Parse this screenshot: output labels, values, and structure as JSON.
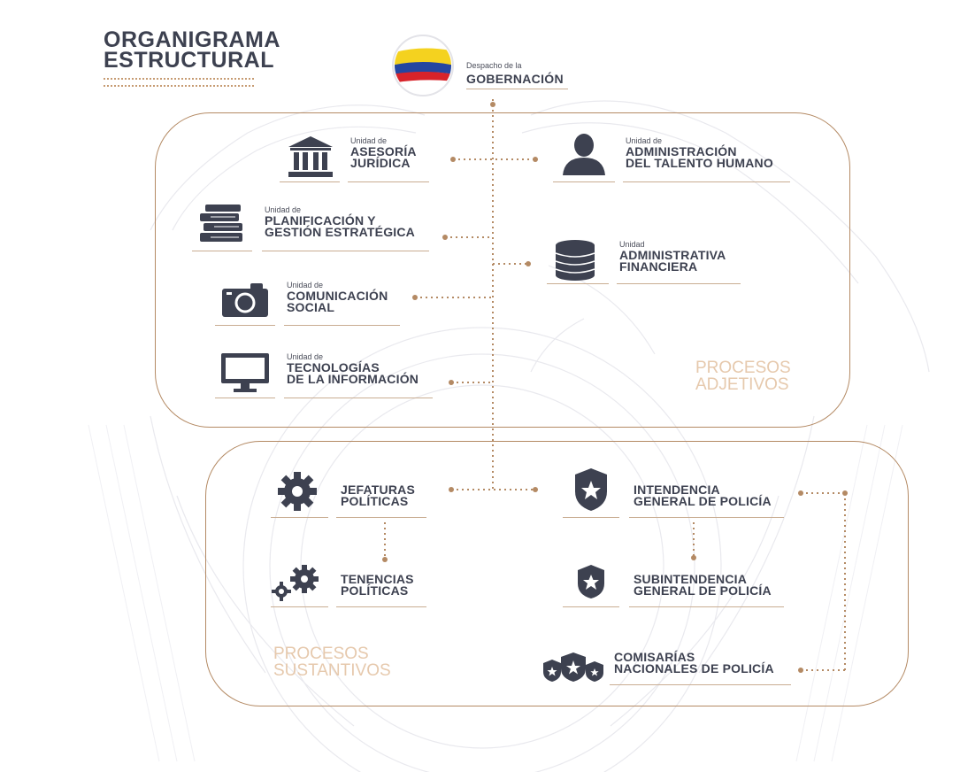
{
  "title": {
    "line1": "ORGANIGRAMA",
    "line2": "ESTRUCTURAL"
  },
  "header": {
    "top": "Despacho de la",
    "main": "GOBERNACIÓN"
  },
  "colors": {
    "dark": "#3d4150",
    "accent": "#b48a64",
    "muted_label": "#e6c9ad"
  },
  "adjetivos": {
    "label_line1": "PROCESOS",
    "label_line2": "ADJETIVOS",
    "units": [
      {
        "id": "asesoria",
        "small": "Unidad de",
        "line1": "ASESORÍA",
        "line2": "JURÍDICA",
        "icon": "courthouse-icon"
      },
      {
        "id": "talento",
        "small": "Unidad de",
        "line1": "ADMINISTRACIÓN",
        "line2": "DEL TALENTO HUMANO",
        "icon": "person-icon"
      },
      {
        "id": "planificacion",
        "small": "Unidad de",
        "line1": "PLANIFICACIÓN Y",
        "line2": "GESTIÓN ESTRATÉGICA",
        "icon": "books-icon"
      },
      {
        "id": "financiera",
        "small": "Unidad",
        "line1": "ADMINISTRATIVA",
        "line2": "FINANCIERA",
        "icon": "coins-icon"
      },
      {
        "id": "comunicacion",
        "small": "Unidad de",
        "line1": "COMUNICACIÓN",
        "line2": "SOCIAL",
        "icon": "camera-icon"
      },
      {
        "id": "tecnologias",
        "small": "Unidad de",
        "line1": "TECNOLOGÍAS",
        "line2": "DE LA INFORMACIÓN",
        "icon": "monitor-icon"
      }
    ]
  },
  "sustantivos": {
    "label_line1": "PROCESOS",
    "label_line2": "SUSTANTIVOS",
    "units": [
      {
        "id": "jefaturas",
        "line1": "JEFATURAS",
        "line2": "POLÍTICAS",
        "icon": "gear-icon"
      },
      {
        "id": "intendencia",
        "line1": "INTENDENCIA",
        "line2": "GENERAL DE POLICÍA",
        "icon": "police-badge-icon"
      },
      {
        "id": "tenencias",
        "line1": "TENENCIAS",
        "line2": "POLÍTICAS",
        "icon": "gears-icon"
      },
      {
        "id": "subintendencia",
        "line1": "SUBINTENDENCIA",
        "line2": "GENERAL DE POLICÍA",
        "icon": "police-badge-small-icon"
      },
      {
        "id": "comisarias",
        "line1": "COMISARÍAS",
        "line2": "NACIONALES DE POLICÍA",
        "icon": "police-badges-icon"
      }
    ]
  }
}
